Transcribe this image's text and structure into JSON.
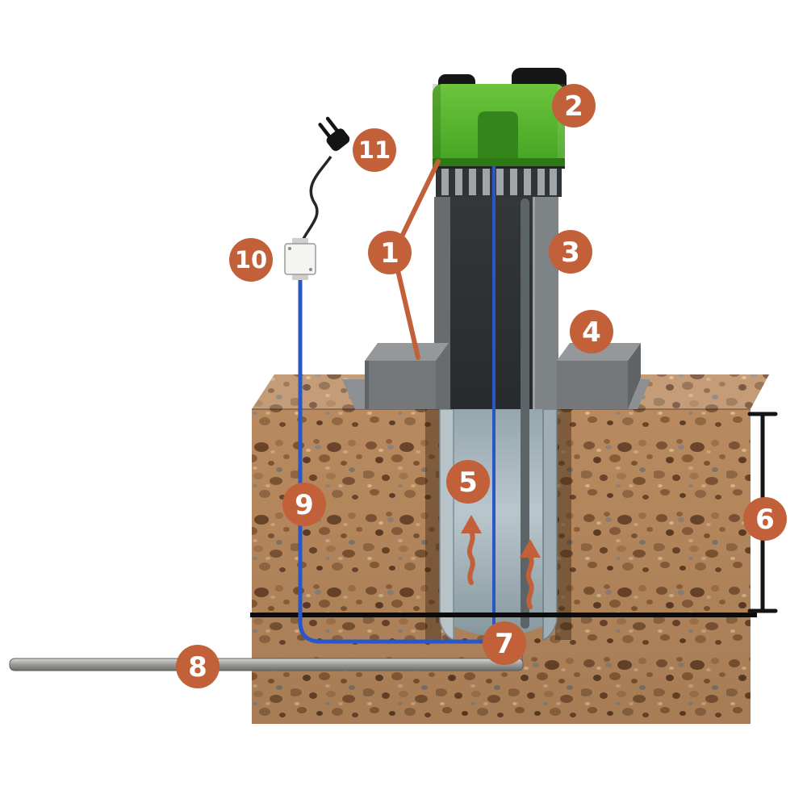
{
  "diagram": {
    "type": "cutaway-ground-installation-diagram",
    "callouts": [
      {
        "label": "1"
      },
      {
        "label": "2"
      },
      {
        "label": "3"
      },
      {
        "label": "4"
      },
      {
        "label": "5"
      },
      {
        "label": "6"
      },
      {
        "label": "7"
      },
      {
        "label": "8"
      },
      {
        "label": "9"
      },
      {
        "label": "10"
      },
      {
        "label": "11"
      }
    ],
    "colors": {
      "callout": "#c2603a",
      "cap_green": "#55b42c",
      "cable_blue": "#2a57c8",
      "soil_base": "#b98a5f",
      "metal_gray": "#4b4e51",
      "water_line": "#0c0c0c"
    }
  }
}
